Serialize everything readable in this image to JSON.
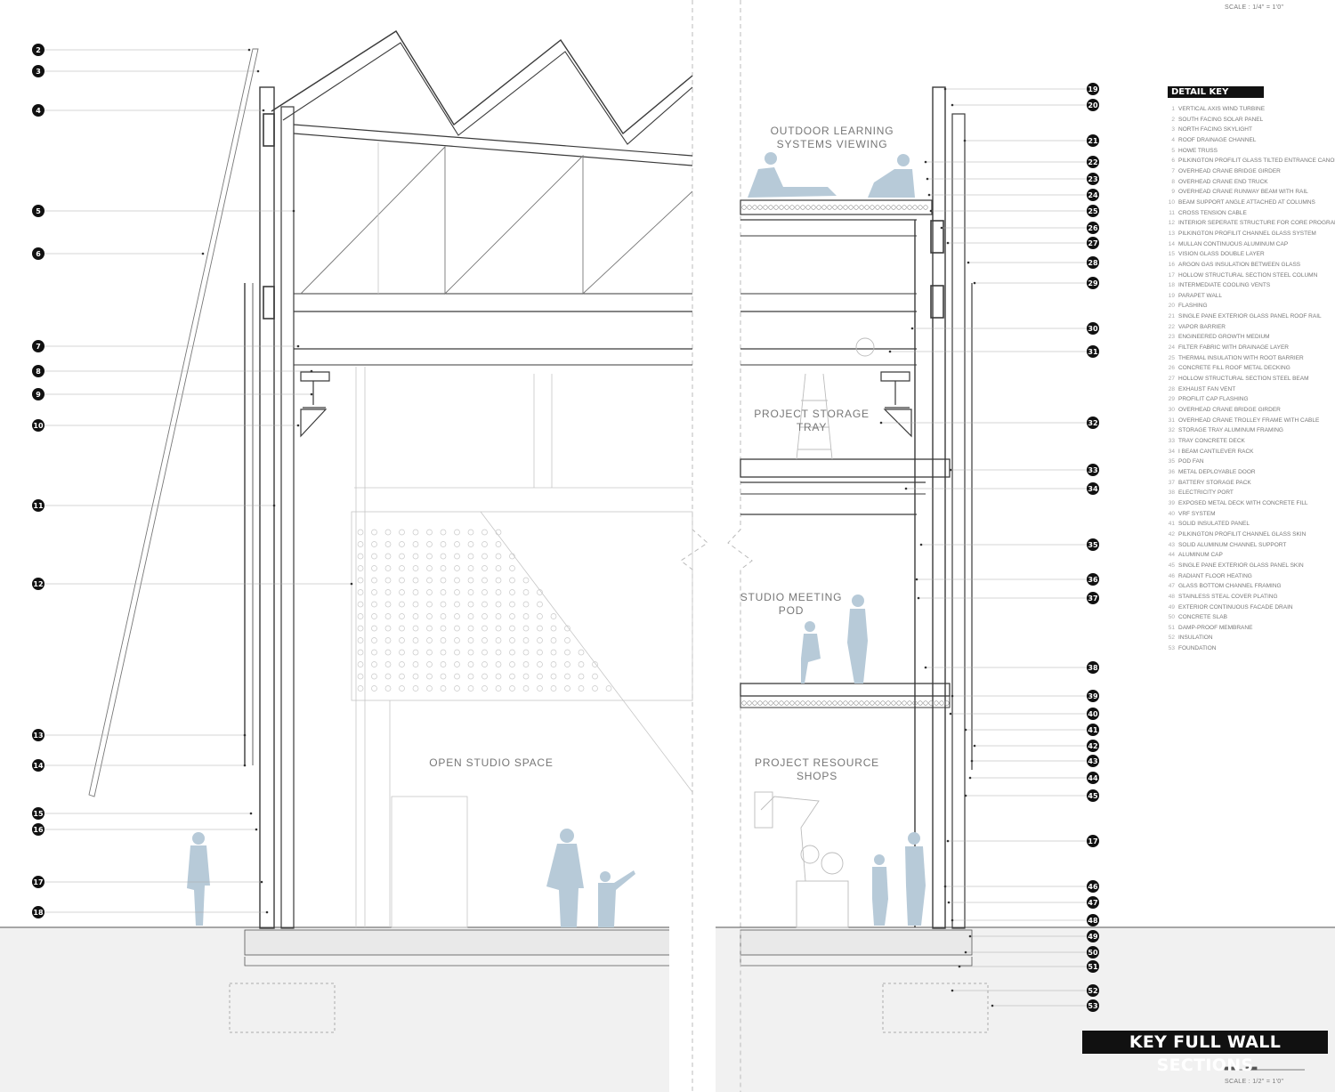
{
  "scale_top": "SCALE : 1/4\" = 1'0\"",
  "scale_bottom": "SCALE : 1/2\" = 1'0\"",
  "title": "KEY FULL WALL SECTIONS",
  "detail_key": {
    "title": "DETAIL KEY",
    "items": [
      {
        "n": "1",
        "label": "VERTICAL AXIS WIND TURBINE"
      },
      {
        "n": "2",
        "label": "SOUTH FACING SOLAR PANEL"
      },
      {
        "n": "3",
        "label": "NORTH FACING SKYLIGHT"
      },
      {
        "n": "4",
        "label": "ROOF DRAINAGE CHANNEL"
      },
      {
        "n": "5",
        "label": "HOWE TRUSS"
      },
      {
        "n": "6",
        "label": "PILKINGTON PROFILIT GLASS TILTED ENTRANCE CANOPY"
      },
      {
        "n": "7",
        "label": "OVERHEAD CRANE BRIDGE GIRDER"
      },
      {
        "n": "8",
        "label": "OVERHEAD CRANE END TRUCK"
      },
      {
        "n": "9",
        "label": "OVERHEAD CRANE RUNWAY BEAM WITH RAIL"
      },
      {
        "n": "10",
        "label": "BEAM SUPPORT ANGLE ATTACHED AT COLUMNS"
      },
      {
        "n": "11",
        "label": "CROSS TENSION CABLE"
      },
      {
        "n": "12",
        "label": "INTERIOR SEPERATE STRUCTURE FOR CORE PROGRAM"
      },
      {
        "n": "13",
        "label": "PILKINGTON PROFILIT CHANNEL GLASS SYSTEM"
      },
      {
        "n": "14",
        "label": "MULLAN CONTINUOUS ALUMINUM CAP"
      },
      {
        "n": "15",
        "label": "VISION GLASS DOUBLE LAYER"
      },
      {
        "n": "16",
        "label": "ARGON GAS INSULATION BETWEEN GLASS"
      },
      {
        "n": "17",
        "label": "HOLLOW STRUCTURAL SECTION STEEL COLUMN"
      },
      {
        "n": "18",
        "label": "INTERMEDIATE COOLING VENTS"
      },
      {
        "n": "19",
        "label": "PARAPET WALL"
      },
      {
        "n": "20",
        "label": "FLASHING"
      },
      {
        "n": "21",
        "label": "SINGLE PANE EXTERIOR GLASS PANEL ROOF RAIL"
      },
      {
        "n": "22",
        "label": "VAPOR BARRIER"
      },
      {
        "n": "23",
        "label": "ENGINEERED GROWTH MEDIUM"
      },
      {
        "n": "24",
        "label": "FILTER FABRIC WITH DRAINAGE LAYER"
      },
      {
        "n": "25",
        "label": "THERMAL INSULATION WITH ROOT BARRIER"
      },
      {
        "n": "26",
        "label": "CONCRETE FILL ROOF METAL DECKING"
      },
      {
        "n": "27",
        "label": "HOLLOW STRUCTURAL SECTION STEEL BEAM"
      },
      {
        "n": "28",
        "label": "EXHAUST FAN VENT"
      },
      {
        "n": "29",
        "label": "PROFILIT CAP FLASHING"
      },
      {
        "n": "30",
        "label": "OVERHEAD CRANE BRIDGE GIRDER"
      },
      {
        "n": "31",
        "label": "OVERHEAD CRANE TROLLEY FRAME WITH CABLE"
      },
      {
        "n": "32",
        "label": "STORAGE TRAY ALUMINUM FRAMING"
      },
      {
        "n": "33",
        "label": "TRAY CONCRETE DECK"
      },
      {
        "n": "34",
        "label": "I BEAM CANTILEVER RACK"
      },
      {
        "n": "35",
        "label": "POD FAN"
      },
      {
        "n": "36",
        "label": "METAL DEPLOYABLE DOOR"
      },
      {
        "n": "37",
        "label": "BATTERY STORAGE PACK"
      },
      {
        "n": "38",
        "label": "ELECTRICITY PORT"
      },
      {
        "n": "39",
        "label": "EXPOSED METAL DECK WITH CONCRETE FILL"
      },
      {
        "n": "40",
        "label": "VRF SYSTEM"
      },
      {
        "n": "41",
        "label": "SOLID INSULATED PANEL"
      },
      {
        "n": "42",
        "label": "PILKINGTON PROFILIT CHANNEL GLASS SKIN"
      },
      {
        "n": "43",
        "label": "SOLID ALUMINUM CHANNEL SUPPORT"
      },
      {
        "n": "44",
        "label": "ALUMINUM CAP"
      },
      {
        "n": "45",
        "label": "SINGLE PANE EXTERIOR GLASS PANEL SKIN"
      },
      {
        "n": "46",
        "label": "RADIANT FLOOR HEATING"
      },
      {
        "n": "47",
        "label": "GLASS BOTTOM CHANNEL FRAMING"
      },
      {
        "n": "48",
        "label": "STAINLESS STEAL COVER PLATING"
      },
      {
        "n": "49",
        "label": "EXTERIOR CONTINUOUS FACADE DRAIN"
      },
      {
        "n": "50",
        "label": "CONCRETE SLAB"
      },
      {
        "n": "51",
        "label": "DAMP-PROOF MEMBRANE"
      },
      {
        "n": "52",
        "label": "INSULATION"
      },
      {
        "n": "53",
        "label": "FOUNDATION"
      }
    ]
  },
  "left_callouts": [
    "2",
    "3",
    "4",
    "5",
    "6",
    "7",
    "8",
    "9",
    "10",
    "11",
    "12",
    "13",
    "14",
    "15",
    "16",
    "17",
    "18"
  ],
  "right_callouts": [
    "19",
    "20",
    "21",
    "22",
    "23",
    "24",
    "25",
    "26",
    "27",
    "28",
    "29",
    "30",
    "31",
    "32",
    "33",
    "34",
    "35",
    "36",
    "37",
    "38",
    "39",
    "40",
    "41",
    "42",
    "43",
    "44",
    "45",
    "17",
    "46",
    "47",
    "48",
    "49",
    "50",
    "51",
    "52",
    "53"
  ],
  "rooms": {
    "outdoor_1": "OUTDOOR LEARNING",
    "outdoor_2": "SYSTEMS VIEWING",
    "storage_1": "PROJECT STORAGE",
    "storage_2": "TRAY",
    "meeting_1": "STUDIO MEETING",
    "meeting_2": "POD",
    "open_studio": "OPEN STUDIO SPACE",
    "resource_1": "PROJECT RESOURCE",
    "resource_2": "SHOPS"
  },
  "colors": {
    "line": "#3a3a3a",
    "faint": "#bdbdbd",
    "figure": "#b7cad8",
    "ground": "#f1f1f1",
    "callout": "#111111"
  }
}
